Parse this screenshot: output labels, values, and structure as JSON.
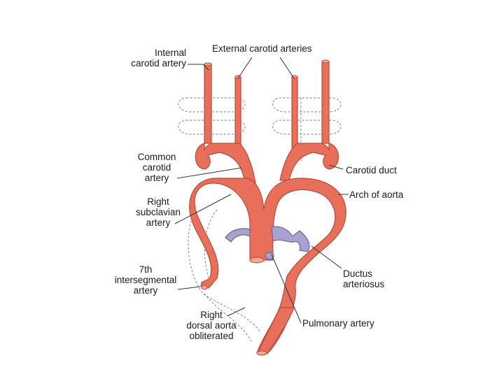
{
  "labels": {
    "internal_carotid": [
      "Internal",
      "carotid artery"
    ],
    "external_carotid": "External carotid arteries",
    "common_carotid": [
      "Common",
      "carotid",
      "artery"
    ],
    "right_subclavian": [
      "Right",
      "subclavian",
      "artery"
    ],
    "seventh_intersegmental": [
      "7th",
      "intersegmental",
      "artery"
    ],
    "right_dorsal_aorta": [
      "Right",
      "dorsal aorta",
      "obliterated"
    ],
    "carotid_duct": "Carotid duct",
    "arch_of_aorta": "Arch of aorta",
    "ductus_arteriosus": [
      "Ductus",
      "arteriosus"
    ],
    "pulmonary_artery": "Pulmonary artery"
  },
  "colors": {
    "artery": "#e8705a",
    "artery_outline": "#b84a3a",
    "pulmonary": "#a9a2cf",
    "pulmonary_outline": "#6f6799",
    "dashed": "#777777",
    "leader": "#333333",
    "text": "#1a1a1a"
  }
}
